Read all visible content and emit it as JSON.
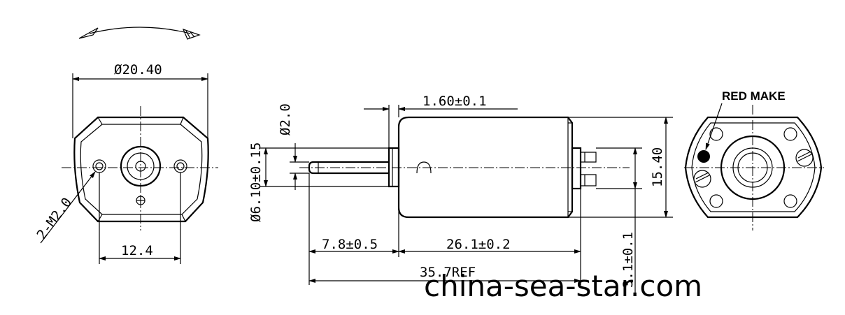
{
  "front_view": {
    "width_dim": "Ø20.40",
    "hole_spacing_dim": "12.4",
    "screw_holes": "2-M2.0"
  },
  "side_view": {
    "flange_dim": "1.60±0.1",
    "shaft_dia_dim": "Ø2.0",
    "boss_dia_dim": "Ø6.10±0.15",
    "height_dim": "15.40",
    "shaft_len_dim": "7.8±0.5",
    "body_len_dim": "26.1±0.2",
    "total_len_dim": "35.7REF",
    "terminal_dim": "3.1±0.1"
  },
  "rear_view": {
    "marker_label": "RED MAKE"
  },
  "watermark": "china-sea-star.com"
}
